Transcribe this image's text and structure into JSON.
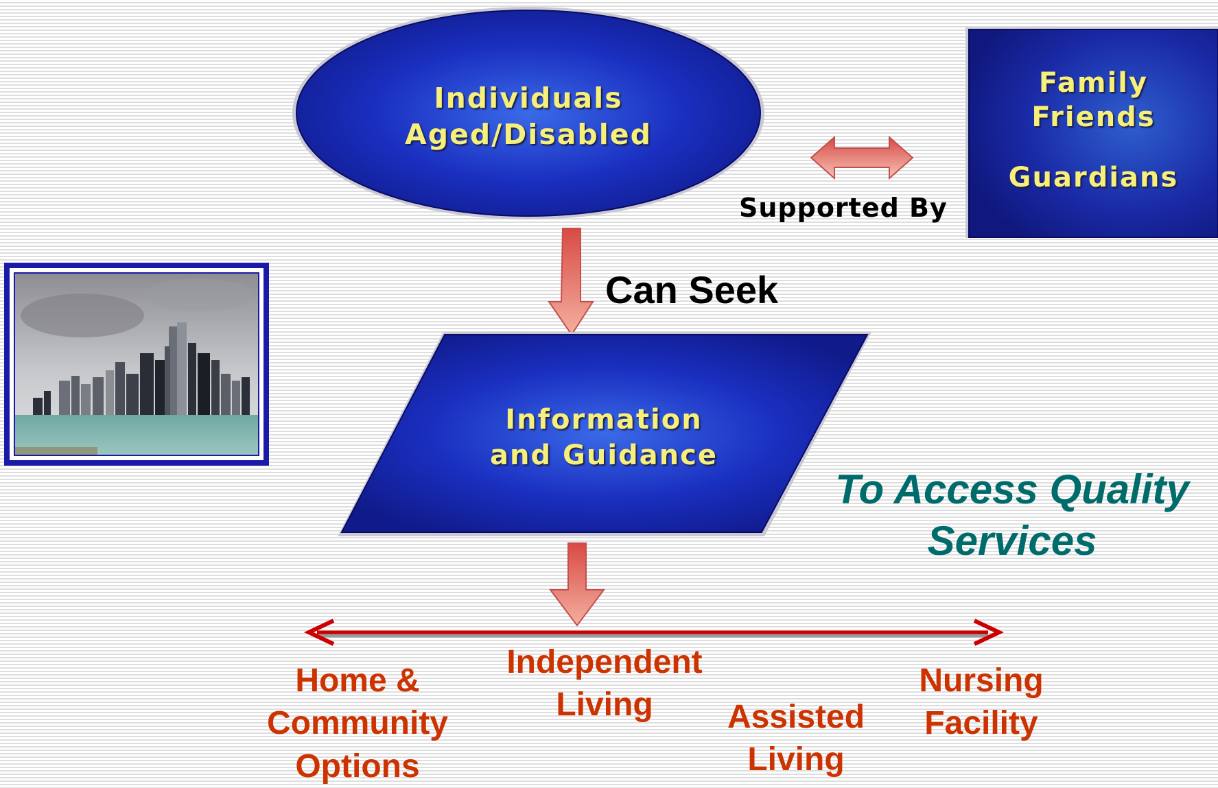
{
  "individuals": {
    "line1": "Individuals",
    "line2": "Aged/Disabled"
  },
  "support_box": {
    "line1": "Family",
    "line2": "Friends",
    "line3": "Guardians"
  },
  "supported_by_label": "Supported By",
  "can_seek_label": "Can Seek",
  "info_box": {
    "line1": "Information",
    "line2": "and Guidance"
  },
  "tagline": {
    "line1": "To Access Quality",
    "line2": "Services"
  },
  "options": {
    "home": {
      "line1": "Home &",
      "line2": "Community",
      "line3": "Options"
    },
    "independent": {
      "line1": "Independent",
      "line2": "Living"
    },
    "assisted": {
      "line1": "Assisted",
      "line2": "Living"
    },
    "nursing": {
      "line1": "Nursing",
      "line2": "Facility"
    }
  },
  "colors": {
    "shape_fill": "#1a1aa8",
    "shape_text": "#f6f07a",
    "arrow": "#e06a60",
    "option_text": "#cc3300",
    "tagline": "#006b6b",
    "line_arrow": "#cc0000"
  },
  "image": {
    "icon": "city-skyline-photo"
  }
}
